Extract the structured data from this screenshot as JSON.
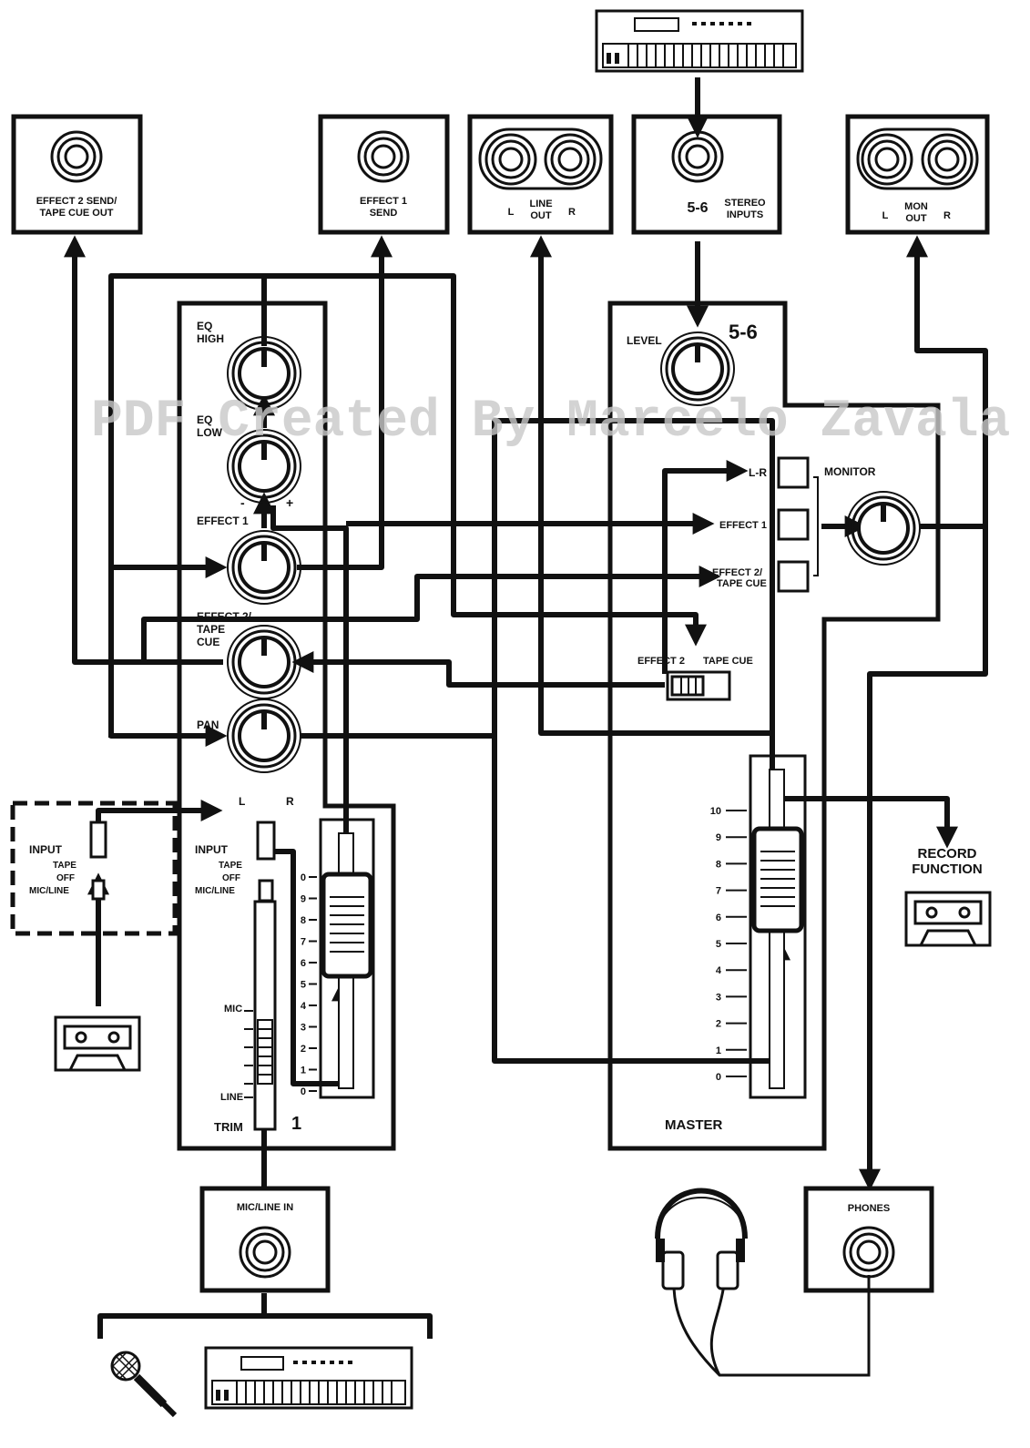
{
  "watermark": "PDF Created By Marcelo Zavala",
  "jacks": {
    "effect2_send": "EFFECT 2 SEND/",
    "effect2_send_2": "TAPE CUE OUT",
    "effect1_send": "EFFECT 1",
    "effect1_send_2": "SEND",
    "line_out": "LINE",
    "line_out_2": "OUT",
    "line_out_l": "L",
    "line_out_r": "R",
    "stereo_num": "5-6",
    "stereo_in": "STEREO",
    "stereo_in_2": "INPUTS",
    "mon_out": "MON",
    "mon_out_2": "OUT",
    "mon_out_l": "L",
    "mon_out_r": "R",
    "mic_line_in": "MIC/LINE IN",
    "phones": "PHONES"
  },
  "channel": {
    "eq_high": "EQ",
    "eq_high_2": "HIGH",
    "eq_low": "EQ",
    "eq_low_2": "LOW",
    "minus": "-",
    "plus": "+",
    "effect1": "EFFECT 1",
    "effect2": "EFFECT 2/",
    "effect2_2": "TAPE",
    "effect2_3": "CUE",
    "pan": "PAN",
    "pan_l": "L",
    "pan_r": "R",
    "input": "INPUT",
    "tape": "TAPE",
    "off": "OFF",
    "mic_line": "MIC/LINE",
    "mic": "MIC",
    "line": "LINE",
    "trim": "TRIM",
    "number": "1",
    "fader_scale": [
      "0",
      "9",
      "8",
      "7",
      "6",
      "5",
      "4",
      "3",
      "2",
      "1",
      "0"
    ]
  },
  "external_input": {
    "input": "INPUT",
    "tape": "TAPE",
    "off": "OFF",
    "mic_line": "MIC/LINE"
  },
  "master": {
    "section": "5-6",
    "level": "LEVEL",
    "monitor": "MONITOR",
    "lr": "L-R",
    "effect1": "EFFECT 1",
    "effect2": "EFFECT 2/",
    "effect2_2": "TAPE CUE",
    "switch_effect2": "EFFECT 2",
    "switch_tapecue": "TAPE CUE",
    "fader_scale": [
      "10",
      "9",
      "8",
      "7",
      "6",
      "5",
      "4",
      "3",
      "2",
      "1",
      "0"
    ],
    "master_label": "MASTER"
  },
  "record": {
    "line1": "RECORD",
    "line2": "FUNCTION"
  }
}
